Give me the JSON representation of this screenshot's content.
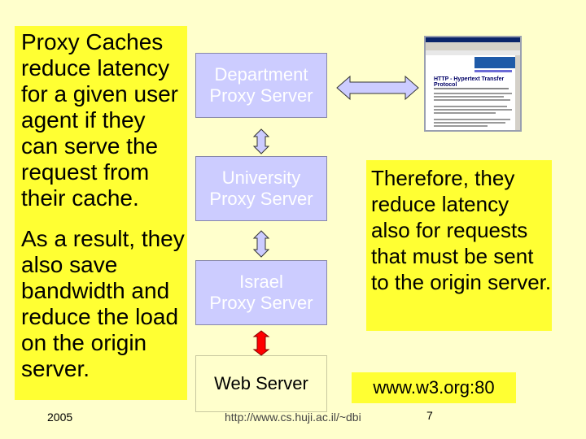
{
  "left_box": {
    "paragraph_1": "Proxy Caches reduce latency for a given user agent if they can serve the request from their cache.",
    "paragraph_2": "As a result, they also save bandwidth and reduce the load on the origin server."
  },
  "proxies": {
    "department": "Department\nProxy Server",
    "university": "University\nProxy Server",
    "israel": "Israel\nProxy Server"
  },
  "web_server": "Web Server",
  "right_box": "Therefore, they reduce latency also for requests that must be sent to the origin server.",
  "origin_url": "www.w3.org:80",
  "footer": {
    "year": "2005",
    "url": "http://www.cs.huji.ac.il/~dbi",
    "page": "7"
  },
  "browser_screenshot": {
    "title": "HTTP - Hypertext Transfer Protocol"
  },
  "colors": {
    "background": "#ffffcc",
    "highlight": "#ffff33",
    "proxy_fill": "#ccccff",
    "arrow_fill": "#ccccff",
    "active_arrow": "#ff0000"
  }
}
